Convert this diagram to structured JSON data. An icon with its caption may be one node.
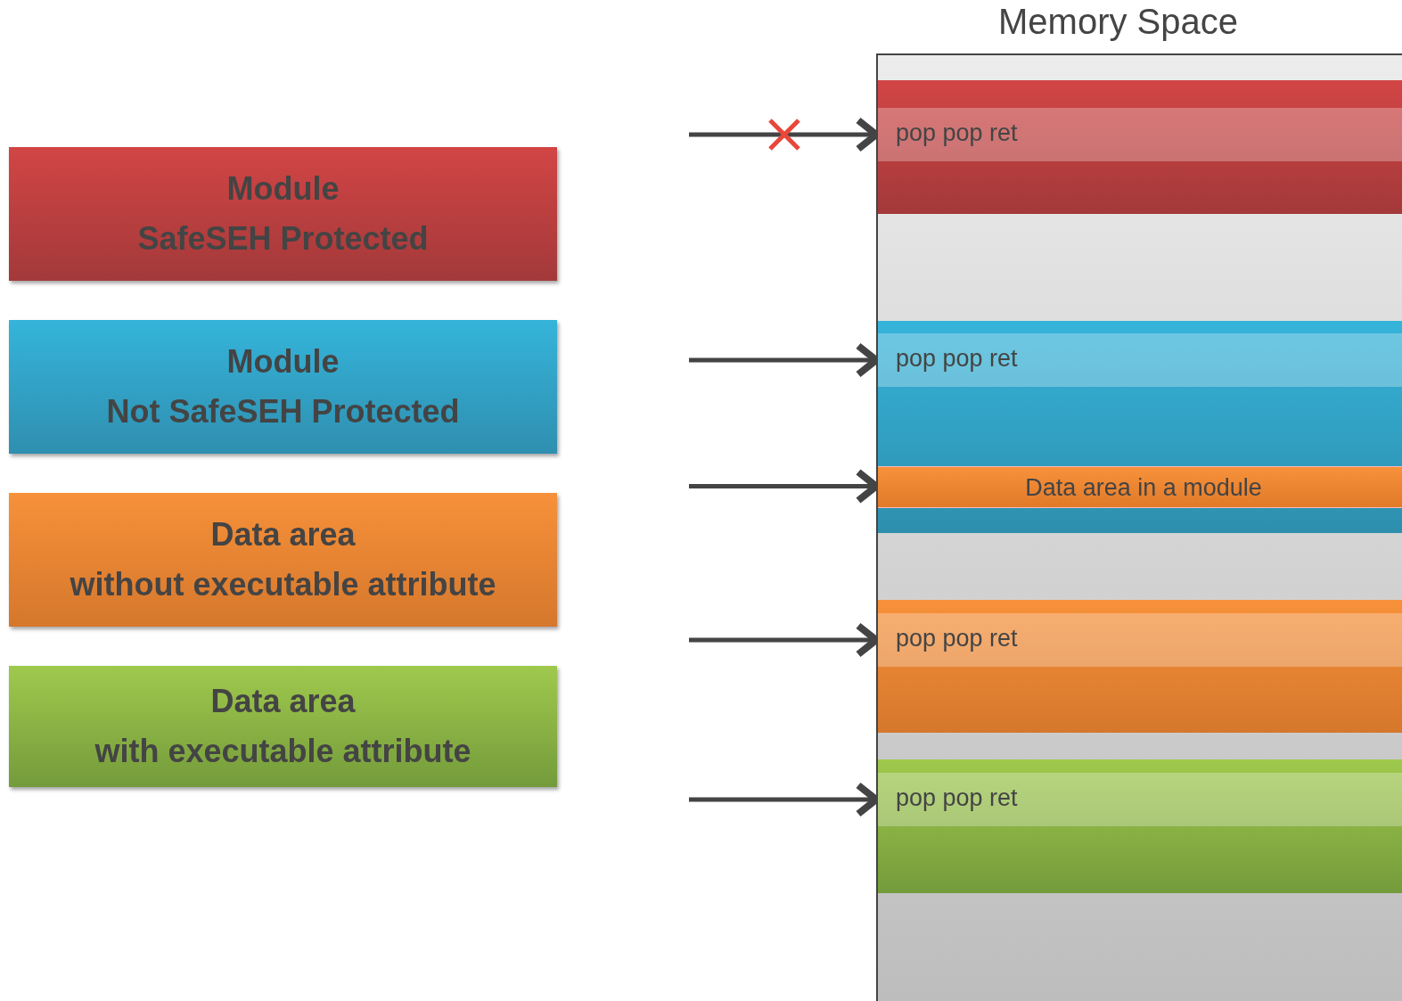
{
  "diagram": {
    "nodes": [
      {
        "text": [
          "Module",
          "SafeSEH Protected"
        ]
      },
      {
        "text": [
          "Module",
          "Not SafeSEH Protected"
        ]
      },
      {
        "text": [
          "Data area",
          "without executable attribute"
        ]
      },
      {
        "text": [
          "Data area",
          "with executable attribute"
        ]
      },
      {
        "text": [
          "Memory Space"
        ]
      },
      {
        "text": [
          "pop pop ret"
        ],
        "in": 4
      },
      {
        "text": [
          "pop pop ret"
        ],
        "in": 4
      },
      {
        "text": [
          "Data area in a module"
        ],
        "in": 6
      },
      {
        "text": [
          "pop pop ret"
        ],
        "in": 4
      },
      {
        "text": [
          "pop pop ret"
        ],
        "in": 4
      }
    ],
    "edges": [
      {
        "from": null,
        "to": 5,
        "arrow": "to"
      },
      {
        "from": null,
        "to": 6,
        "arrow": "to"
      },
      {
        "from": null,
        "to": 7,
        "arrow": "to"
      },
      {
        "from": null,
        "to": 8,
        "arrow": "to"
      },
      {
        "from": null,
        "to": 9,
        "arrow": "to"
      }
    ]
  }
}
